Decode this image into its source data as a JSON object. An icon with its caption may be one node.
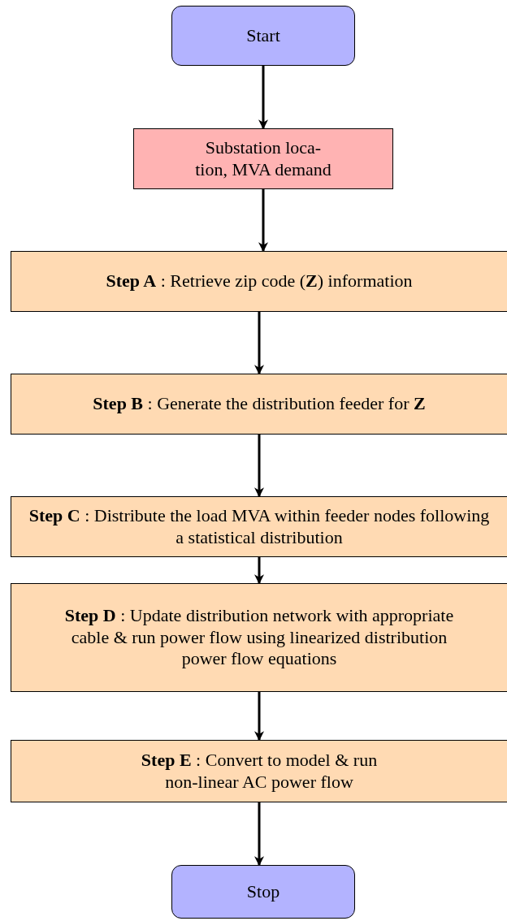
{
  "diagram": {
    "nodes": [
      {
        "text": [
          "Start"
        ]
      },
      {
        "text": [
          "Substation loca- tion, MVA demand"
        ]
      },
      {
        "text": [
          "**Step A** : Retrieve zip code (**Z**) information"
        ]
      },
      {
        "text": [
          "**Step B** : Generate the distribution feeder for **Z**"
        ]
      },
      {
        "text": [
          "**Step C** : Distribute the load MVA within feeder nodes following a statistical distribution"
        ]
      },
      {
        "text": [
          "**Step D** : Update distribution network with appropriate cable & run power flow using linearized distribution power flow equations"
        ]
      },
      {
        "text": [
          "**Step E** : Convert to model & run non-linear AC power flow"
        ]
      },
      {
        "text": [
          "Stop"
        ]
      }
    ],
    "edges": [
      {
        "from": 0,
        "to": 1,
        "arrow": "to"
      },
      {
        "from": 1,
        "to": 2,
        "arrow": "to"
      },
      {
        "from": 2,
        "to": 3,
        "arrow": "to"
      },
      {
        "from": 3,
        "to": 4,
        "arrow": "to"
      },
      {
        "from": 4,
        "to": 5,
        "arrow": "to"
      },
      {
        "from": 5,
        "to": 6,
        "arrow": "to"
      },
      {
        "from": 6,
        "to": 7,
        "arrow": "to"
      }
    ]
  }
}
